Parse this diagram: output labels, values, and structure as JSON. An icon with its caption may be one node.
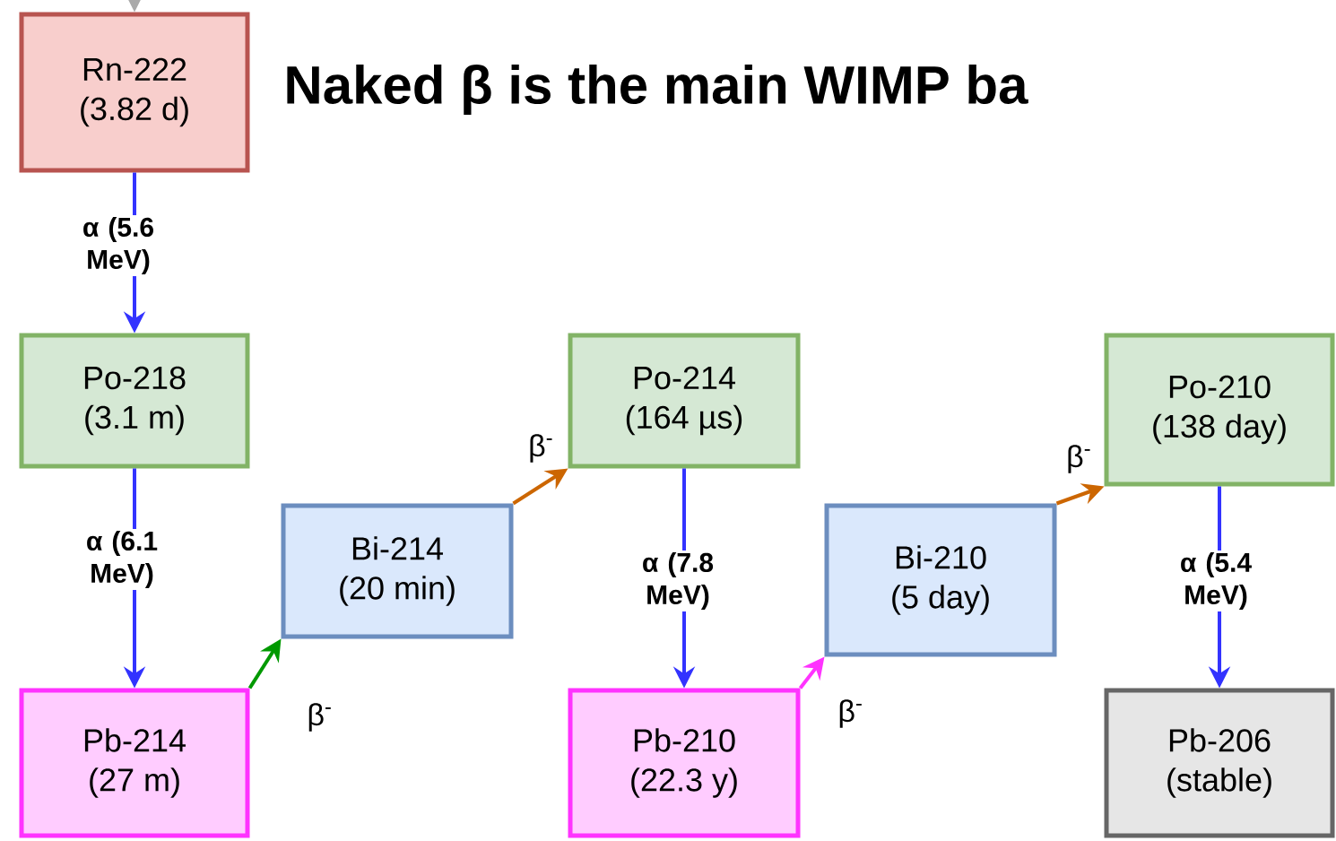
{
  "diagram": {
    "title": "Naked β is the main WIMP ba",
    "nodes": [
      {
        "text": [
          "Rn-222",
          "(3.82 d)"
        ]
      },
      {
        "text": [
          "Po-218",
          "(3.1 m)"
        ]
      },
      {
        "text": [
          "Pb-214",
          "(27 m)"
        ]
      },
      {
        "text": [
          "Bi-214",
          "(20 min)"
        ]
      },
      {
        "text": [
          "Po-214",
          "(164 µs)"
        ]
      },
      {
        "text": [
          "Pb-210",
          "(22.3 y)"
        ]
      },
      {
        "text": [
          "Bi-210",
          "(5 day)"
        ]
      },
      {
        "text": [
          "Po-210",
          "(138 day)"
        ]
      },
      {
        "text": [
          "Pb-206",
          "(stable)"
        ]
      }
    ],
    "edges": [
      {
        "from": null,
        "to": 0,
        "arrow": "to",
        "color": "#aaaaaa"
      },
      {
        "from": 0,
        "to": 1,
        "arrow": "to",
        "label": "α (5.6 MeV)"
      },
      {
        "from": 1,
        "to": 2,
        "arrow": "to",
        "label": "α (6.1 MeV)"
      },
      {
        "from": 2,
        "to": 3,
        "arrow": "to",
        "label": "β$^{-}$",
        "color": "#009900"
      },
      {
        "from": 3,
        "to": 4,
        "arrow": "to",
        "label": "β$^{-}$",
        "color": "#cc6600"
      },
      {
        "from": 4,
        "to": 5,
        "arrow": "to",
        "label": "α (7.8 MeV)"
      },
      {
        "from": 5,
        "to": 6,
        "arrow": "to",
        "label": "β$^{-}$",
        "color": "#ff33ff"
      },
      {
        "from": 6,
        "to": 7,
        "arrow": "to",
        "label": "β$^{-}$",
        "color": "#cc6600"
      },
      {
        "from": 7,
        "to": 8,
        "arrow": "to",
        "label": "α (5.4 MeV)"
      }
    ]
  }
}
